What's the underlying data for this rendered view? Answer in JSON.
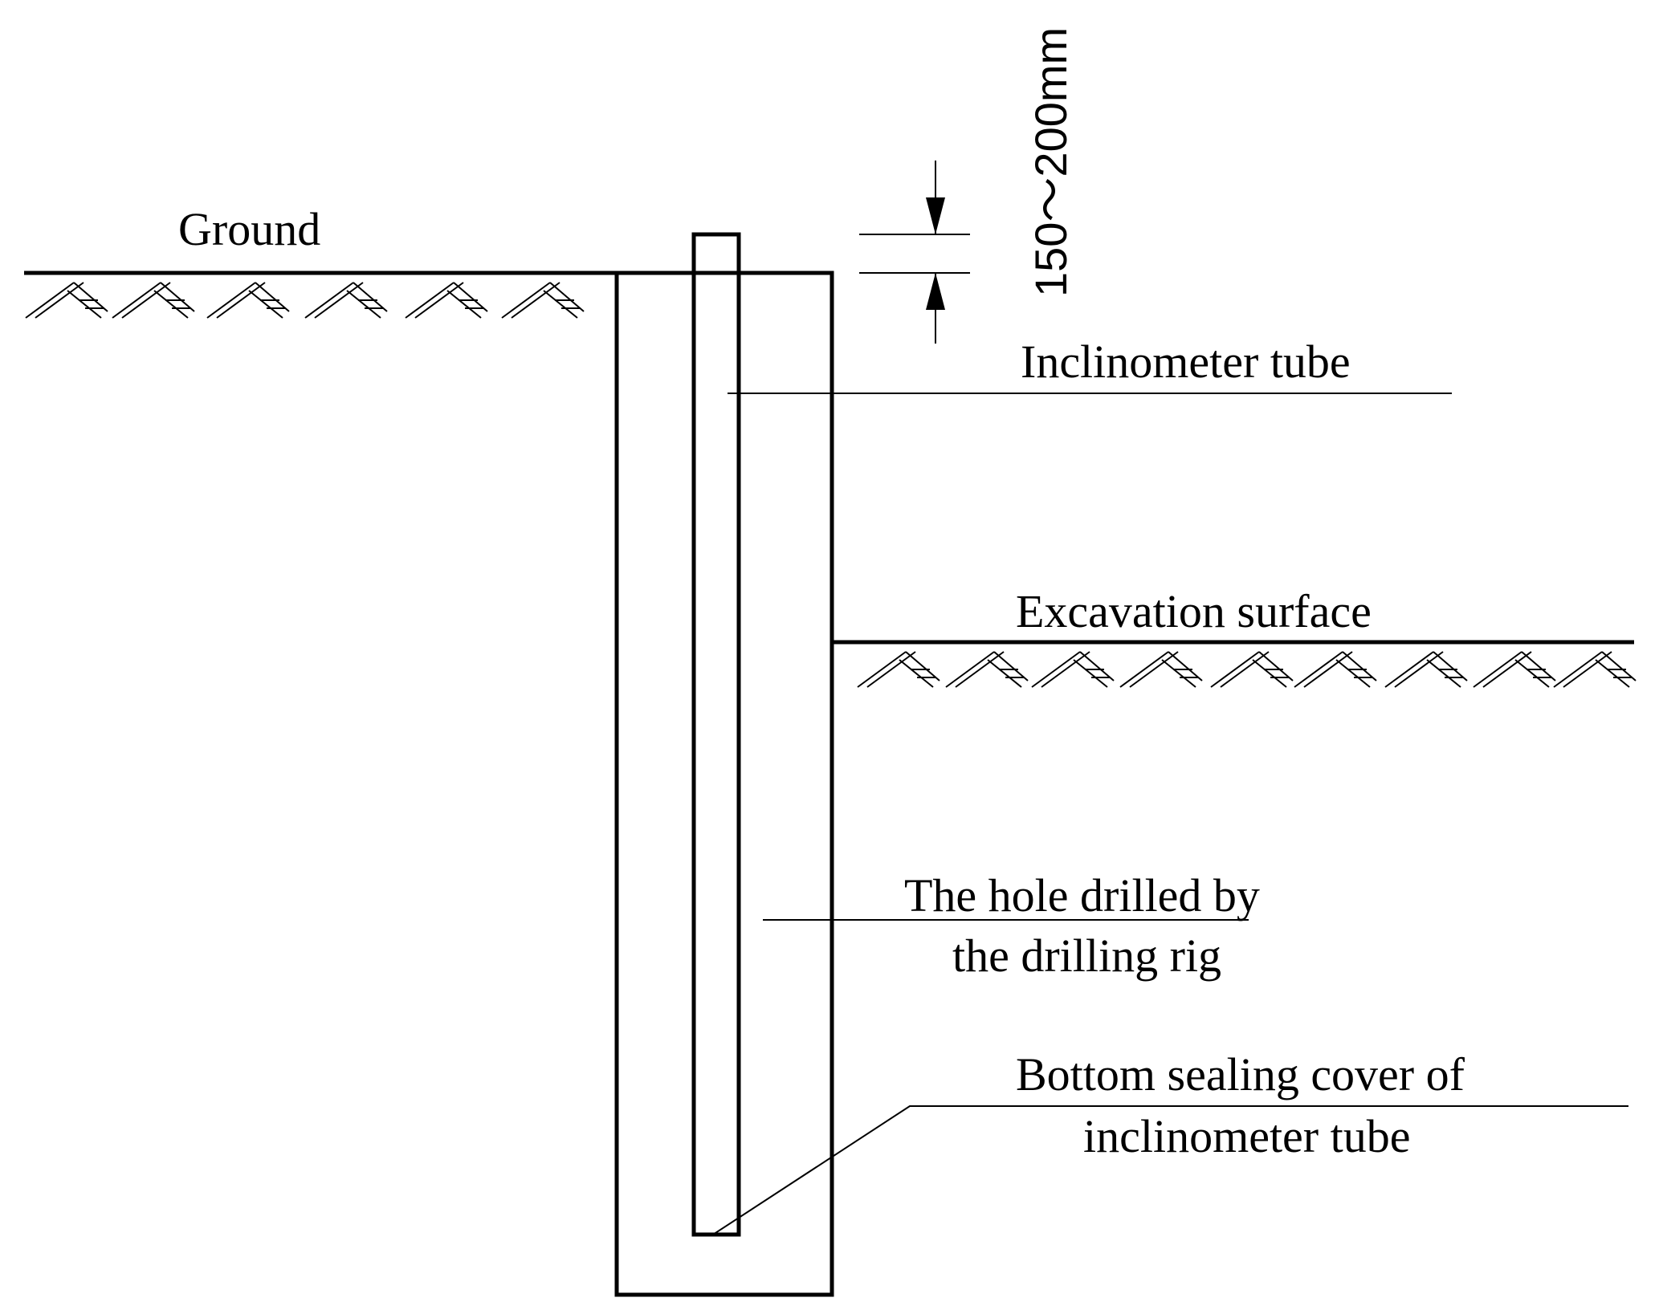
{
  "labels": {
    "ground": "Ground",
    "dimension": "150～200mm",
    "inclinometer_tube": "Inclinometer tube",
    "excavation_surface": "Excavation surface",
    "drilled_hole_line1": "The hole drilled by",
    "drilled_hole_line2": "the drilling rig",
    "bottom_cover_line1": "Bottom sealing cover of",
    "bottom_cover_line2": "inclinometer tube"
  },
  "colors": {
    "ink": "#000000",
    "background": "#ffffff"
  }
}
